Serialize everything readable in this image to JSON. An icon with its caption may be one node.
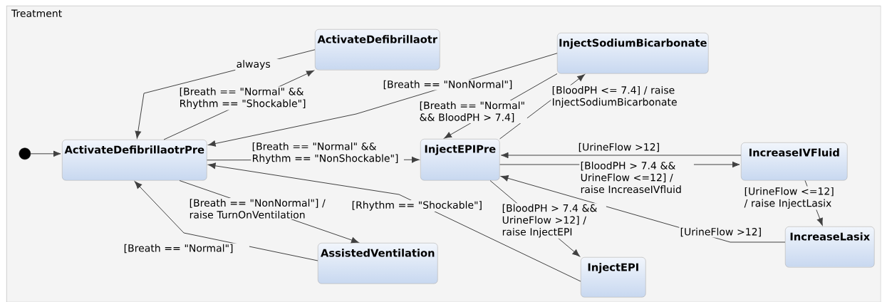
{
  "diagram": {
    "nodes": [
      {
        "text": [
          "Treatment"
        ]
      },
      {
        "text": [],
        "shape": "circle",
        "in": 0
      },
      {
        "text": [
          "ActivateDefibrillaotrPre"
        ],
        "in": 0
      },
      {
        "text": [
          "ActivateDefibrillaotr"
        ],
        "in": 0
      },
      {
        "text": [
          "InjectSodiumBicarbonate"
        ],
        "in": 0
      },
      {
        "text": [
          "InjectEPIPre"
        ],
        "in": 0
      },
      {
        "text": [
          "IncreaseIVFluid"
        ],
        "in": 0
      },
      {
        "text": [
          "IncreaseLasix"
        ],
        "in": 0
      },
      {
        "text": [
          "AssistedVentilation"
        ],
        "in": 0
      },
      {
        "text": [
          "InjectEPI"
        ],
        "in": 0
      }
    ],
    "edges": [
      {
        "from": 1,
        "to": 2,
        "arrow": "to"
      },
      {
        "from": 3,
        "to": 2,
        "arrow": "to",
        "label": "always"
      },
      {
        "from": 2,
        "to": 3,
        "arrow": "to",
        "label": "[Breath == \"Normal\" && Rhythm == \"Shockable\"]"
      },
      {
        "from": 4,
        "to": 2,
        "arrow": "to",
        "label": "[Breath == \"NonNormal\"]"
      },
      {
        "from": 2,
        "to": 5,
        "arrow": "to",
        "label": "[Breath == \"Normal\" && Rhythm == \"NonShockable\"]"
      },
      {
        "from": 4,
        "to": 5,
        "arrow": "to",
        "label": "[Breath == \"Normal\" && BloodPH > 7.4]"
      },
      {
        "from": 5,
        "to": 4,
        "arrow": "to",
        "label": "[BloodPH <= 7.4] / raise InjectSodiumBicarbonate"
      },
      {
        "from": 6,
        "to": 5,
        "arrow": "to",
        "label": "[UrineFlow >12]"
      },
      {
        "from": 5,
        "to": 6,
        "arrow": "to",
        "label": "[BloodPH > 7.4 && UrineFlow <=12] / raise IncreaseIVfluid"
      },
      {
        "from": 6,
        "to": 7,
        "arrow": "to",
        "label": "[UrineFlow <=12] / raise InjectLasix"
      },
      {
        "from": 7,
        "to": 5,
        "arrow": "to",
        "label": "[UrineFlow >12]"
      },
      {
        "from": 5,
        "to": 9,
        "arrow": "to",
        "label": "[BloodPH > 7.4 && UrineFlow >12] / raise InjectEPI"
      },
      {
        "from": 9,
        "to": 2,
        "arrow": "to",
        "label": "[Rhythm == \"Shockable\"]"
      },
      {
        "from": 2,
        "to": 8,
        "arrow": "to",
        "label": "[Breath == \"NonNormal\"] / raise TurnOnVentilation"
      },
      {
        "from": 8,
        "to": 2,
        "arrow": "to",
        "label": "[Breath == \"Normal\"]"
      }
    ]
  }
}
